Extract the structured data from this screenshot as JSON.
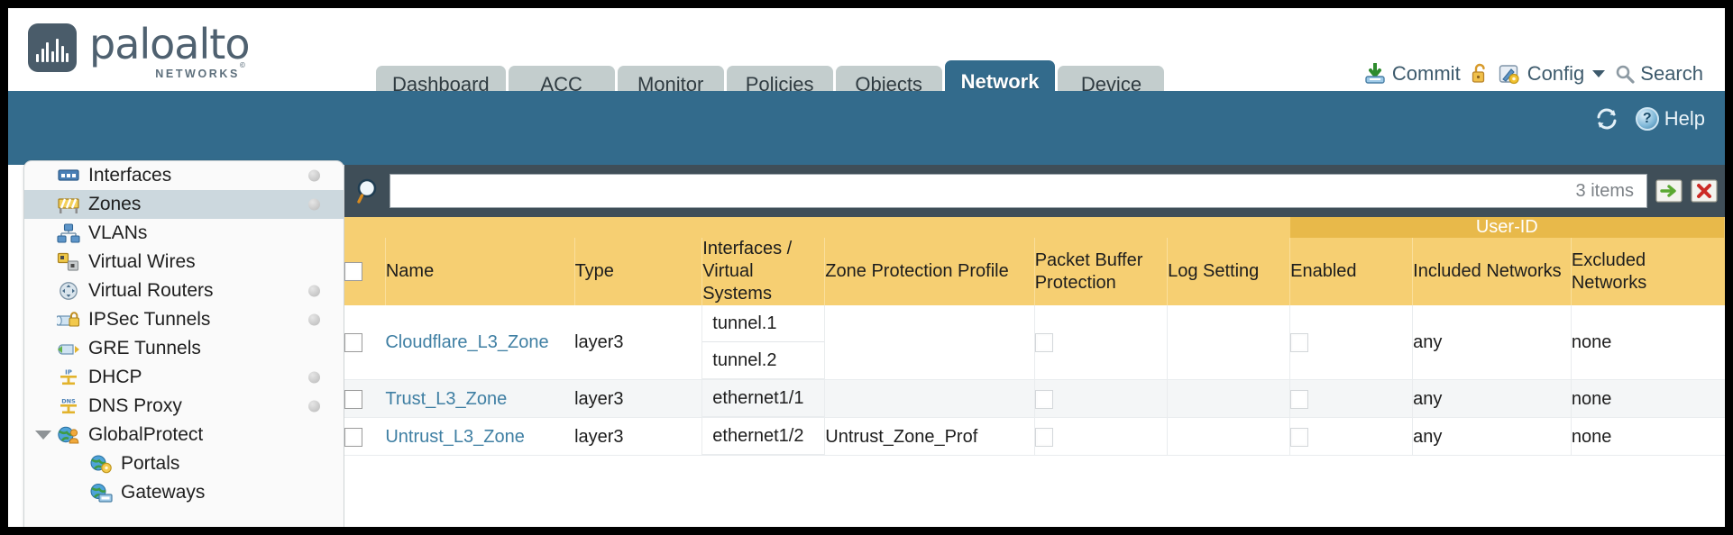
{
  "brand": {
    "name": "paloalto",
    "tagline": "NETWORKS",
    "trademark": "©"
  },
  "nav_tabs": [
    {
      "label": "Dashboard",
      "active": false
    },
    {
      "label": "ACC",
      "active": false
    },
    {
      "label": "Monitor",
      "active": false
    },
    {
      "label": "Policies",
      "active": false
    },
    {
      "label": "Objects",
      "active": false
    },
    {
      "label": "Network",
      "active": true
    },
    {
      "label": "Device",
      "active": false
    }
  ],
  "header_actions": {
    "commit": "Commit",
    "config": "Config",
    "search": "Search",
    "lock_icon": "unlocked-padlock-icon"
  },
  "blue_band": {
    "help": "Help",
    "refresh_icon": "refresh-icon"
  },
  "sidebar": {
    "items": [
      {
        "label": "Interfaces",
        "icon": "interfaces-icon",
        "selected": false,
        "dot": true,
        "child": false,
        "caret": false
      },
      {
        "label": "Zones",
        "icon": "zones-icon",
        "selected": true,
        "dot": true,
        "child": false,
        "caret": false
      },
      {
        "label": "VLANs",
        "icon": "vlans-icon",
        "selected": false,
        "dot": false,
        "child": false,
        "caret": false
      },
      {
        "label": "Virtual Wires",
        "icon": "virtual-wires-icon",
        "selected": false,
        "dot": false,
        "child": false,
        "caret": false
      },
      {
        "label": "Virtual Routers",
        "icon": "virtual-routers-icon",
        "selected": false,
        "dot": true,
        "child": false,
        "caret": false
      },
      {
        "label": "IPSec Tunnels",
        "icon": "ipsec-tunnels-icon",
        "selected": false,
        "dot": true,
        "child": false,
        "caret": false
      },
      {
        "label": "GRE Tunnels",
        "icon": "gre-tunnels-icon",
        "selected": false,
        "dot": false,
        "child": false,
        "caret": false
      },
      {
        "label": "DHCP",
        "icon": "dhcp-icon",
        "selected": false,
        "dot": true,
        "child": false,
        "caret": false
      },
      {
        "label": "DNS Proxy",
        "icon": "dns-proxy-icon",
        "selected": false,
        "dot": true,
        "child": false,
        "caret": false
      },
      {
        "label": "GlobalProtect",
        "icon": "globalprotect-icon",
        "selected": false,
        "dot": false,
        "child": false,
        "caret": true
      },
      {
        "label": "Portals",
        "icon": "portals-icon",
        "selected": false,
        "dot": false,
        "child": true,
        "caret": false
      },
      {
        "label": "Gateways",
        "icon": "gateways-icon",
        "selected": false,
        "dot": false,
        "child": true,
        "caret": false
      }
    ]
  },
  "search": {
    "value": "",
    "placeholder": "",
    "items_count": "3 items",
    "go_icon": "arrow-right-icon",
    "clear_icon": "red-x-icon",
    "search_icon": "magnifier-icon"
  },
  "table": {
    "group_header": "User-ID",
    "columns": [
      "Name",
      "Type",
      "Interfaces / Virtual Systems",
      "Zone Protection Profile",
      "Packet Buffer Protection",
      "Log Setting",
      "Enabled",
      "Included Networks",
      "Excluded Networks"
    ],
    "rows": [
      {
        "selected": false,
        "name": "Cloudflare_L3_Zone",
        "type": "layer3",
        "interfaces": [
          "tunnel.1",
          "tunnel.2"
        ],
        "zone_protection_profile": "",
        "packet_buffer_protection": false,
        "log_setting": "",
        "userid_enabled": false,
        "included_networks": "any",
        "excluded_networks": "none"
      },
      {
        "selected": false,
        "name": "Trust_L3_Zone",
        "type": "layer3",
        "interfaces": [
          "ethernet1/1"
        ],
        "zone_protection_profile": "",
        "packet_buffer_protection": false,
        "log_setting": "",
        "userid_enabled": false,
        "included_networks": "any",
        "excluded_networks": "none"
      },
      {
        "selected": false,
        "name": "Untrust_L3_Zone",
        "type": "layer3",
        "interfaces": [
          "ethernet1/2"
        ],
        "zone_protection_profile": "Untrust_Zone_Prof",
        "packet_buffer_protection": false,
        "log_setting": "",
        "userid_enabled": false,
        "included_networks": "any",
        "excluded_networks": "none"
      }
    ]
  },
  "colors": {
    "brand_slate": "#4f6170",
    "nav_active": "#336b8c",
    "nav_inactive": "#c3cdcd",
    "band_blue": "#336b8c",
    "table_header": "#f6cf72",
    "table_group_header": "#e8b94a",
    "link": "#3f7fa3",
    "search_bar": "#3f4e58"
  }
}
